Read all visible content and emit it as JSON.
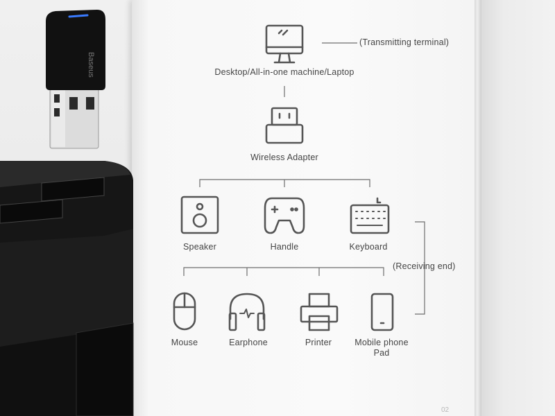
{
  "diagram": {
    "transmitting_label": "(Transmitting terminal)",
    "source": "Desktop/All-in-one machine/Laptop",
    "adapter": "Wireless Adapter",
    "row1": [
      "Speaker",
      "Handle",
      "Keyboard"
    ],
    "receiving_label": "(Receiving end)",
    "row2": [
      "Mouse",
      "Earphone",
      "Printer"
    ],
    "mobile_line1": "Mobile phone",
    "mobile_line2": "Pad",
    "page_number": "02"
  },
  "product": {
    "brand_logo": "Baseus"
  },
  "colors": {
    "line": "#6d6d6d",
    "icon": "#555555",
    "text": "#444444",
    "plastic": "#141414"
  }
}
